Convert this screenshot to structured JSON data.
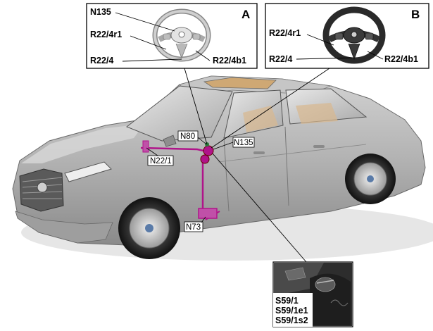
{
  "panel_a": {
    "letter": "A",
    "labels": {
      "n135": "N135",
      "r22_4r1": "R22/4r1",
      "r22_4": "R22/4",
      "r22_4b1": "R22/4b1"
    }
  },
  "panel_b": {
    "letter": "B",
    "labels": {
      "r22_4r1": "R22/4r1",
      "r22_4": "R22/4",
      "r22_4b1": "R22/4b1"
    }
  },
  "car_labels": {
    "n80": "N80",
    "n135": "N135",
    "n22_1": "N22/1",
    "n73": "N73"
  },
  "inset_labels": {
    "s59_1": "S59/1",
    "s59_1e1": "S59/1e1",
    "s59_1s2": "S59/1s2"
  },
  "colors": {
    "highlight": "#b0148a",
    "car_body": "#b4b4b4",
    "frame": "#000000"
  }
}
